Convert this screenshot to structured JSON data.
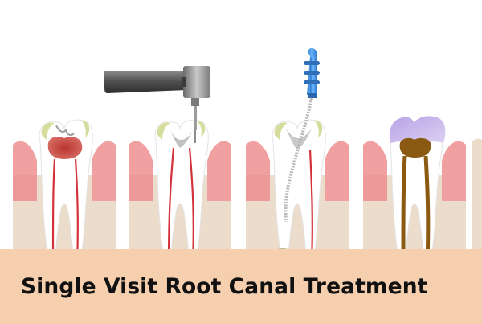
{
  "banner": {
    "title": "Single Visit Root Canal Treatment"
  },
  "colors": {
    "gum": "#f0a0a0",
    "gum_dark": "#e98b8f",
    "bone": "#ecdccb",
    "tooth": "#ffffff",
    "enamel_shadow": "#d9d9d9",
    "plaque": "#d6dd9c",
    "pulp_red": "#c64b4b",
    "nerve": "#d4323a",
    "filling": "#8a5a12",
    "crown": "#c7b2e8",
    "instrument": "#555555",
    "file_handle": "#3c8fe0",
    "abscess": "#b6b98a",
    "banner_bg": "#f5cfae"
  },
  "stages": [
    "decayed-tooth",
    "drilling",
    "canal-cleaning",
    "filled-and-crowned"
  ]
}
